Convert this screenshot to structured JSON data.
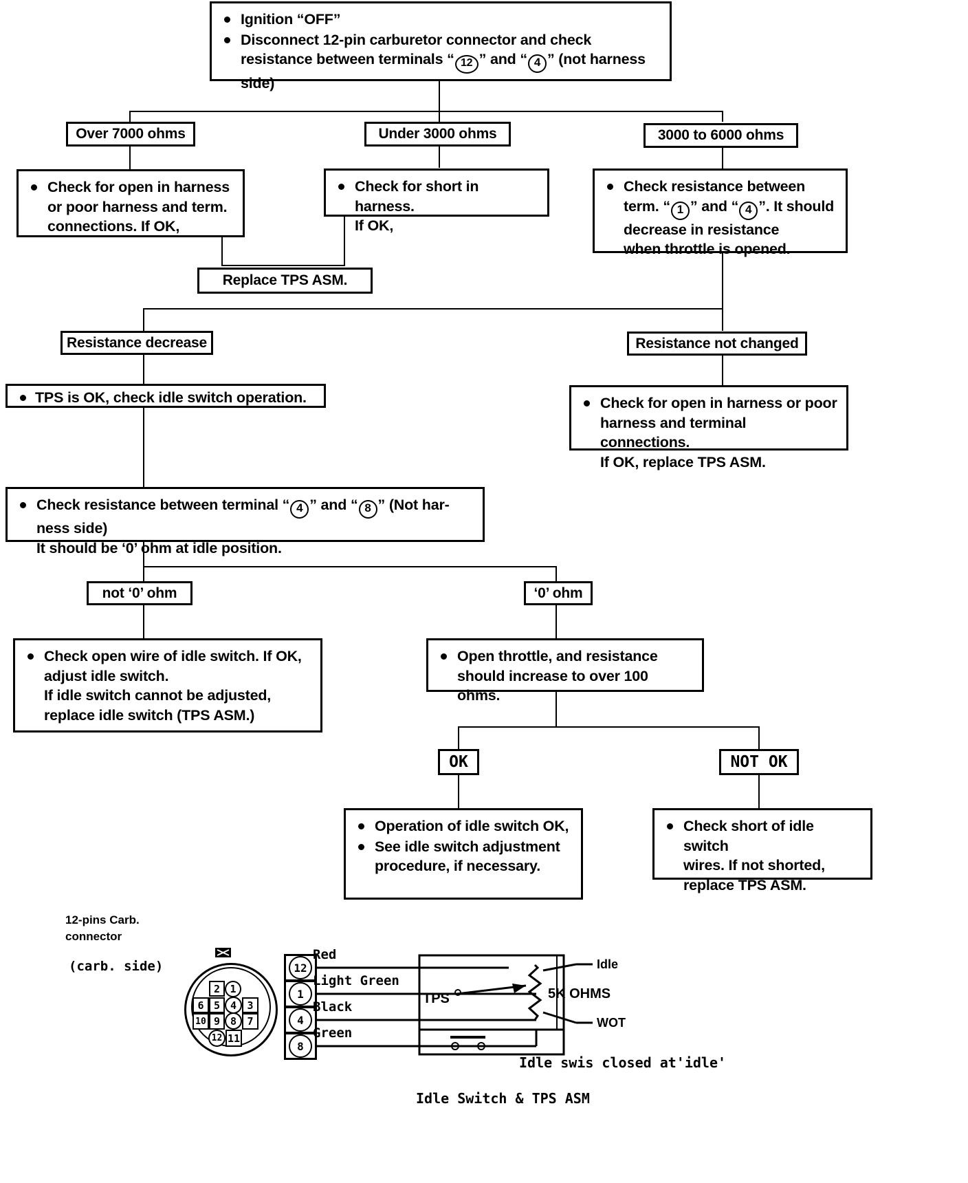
{
  "diagram": {
    "title": "TPS / Idle Switch Diagnostic Flowchart",
    "nodes": {
      "start": {
        "bullets": [
          "Ignition “OFF”",
          "Disconnect 12-pin carburetor connector and check resistance between terminals “ 12 ” and “ 4 ” (not harness side)"
        ],
        "line1": "Ignition “OFF”",
        "line2a": "Disconnect 12-pin carburetor connector and check",
        "line2b_pre": "resistance between terminals “",
        "term_12": "12",
        "line2b_mid": "” and “",
        "term_4": "4",
        "line2b_post": "” (not harness",
        "line2c": "side)"
      },
      "branch_over7000": "Over 7000 ohms",
      "branch_under3000": "Under 3000 ohms",
      "branch_3000_6000": "3000 to 6000 ohms",
      "open_harness": {
        "l1": "Check for open in harness",
        "l2": "or poor harness and term.",
        "l3": "connections. If OK,"
      },
      "short_harness": {
        "l1": "Check for short in harness.",
        "l2": "If OK,"
      },
      "check_res_1_4": {
        "l1": "Check resistance between",
        "l2_pre": "term. “",
        "term_1": "1",
        "l2_mid": "” and “",
        "term_4": "4",
        "l2_post": "”. It should",
        "l3": "decrease in resistance",
        "l4": "when throttle is opened."
      },
      "replace_tps": "Replace TPS ASM.",
      "resistance_decrease": "Resistance decrease",
      "resistance_not_changed": "Resistance not changed",
      "tps_ok": "TPS is OK, check idle switch operation.",
      "open_or_poor": {
        "l1": "Check for open in harness or poor",
        "l2": "harness and terminal connections.",
        "l3": "If OK, replace TPS ASM."
      },
      "check_res_4_8": {
        "l1_pre": "Check resistance between terminal “",
        "term_4": "4",
        "l1_mid": "” and “",
        "term_8": "8",
        "l1_post": "” (Not har-",
        "l2": "ness side)",
        "l3": "It should be ‘0’ ohm at idle position."
      },
      "not_zero_ohm": "not ‘0’ ohm",
      "zero_ohm": "‘0’ ohm",
      "check_open_wire": {
        "l1": "Check open wire of idle switch. If OK,",
        "l2": "adjust idle switch.",
        "l3": "If idle switch cannot be adjusted,",
        "l4": "replace idle switch (TPS ASM.)"
      },
      "open_throttle": {
        "l1": "Open throttle, and resistance",
        "l2": "should increase to over 100 ohms."
      },
      "ok": "OK",
      "not_ok": "NOT OK",
      "idle_switch_ok": {
        "l1": "Operation of idle switch OK,",
        "l2": "See idle switch adjustment",
        "l3": "procedure, if necessary."
      },
      "check_short_idle": {
        "l1": "Check short of idle switch",
        "l2": "wires.  If not shorted,",
        "l3": "replace TPS ASM."
      }
    }
  },
  "schematic": {
    "connector_caption_l1": "12-pins Carb.",
    "connector_caption_l2": "connector",
    "connector_side": "(carb. side)",
    "pins": [
      {
        "n": "2",
        "circled": false
      },
      {
        "n": "1",
        "circled": true
      },
      {
        "n": "6",
        "circled": false
      },
      {
        "n": "5",
        "circled": false
      },
      {
        "n": "4",
        "circled": true
      },
      {
        "n": "3",
        "circled": false
      },
      {
        "n": "10",
        "circled": false
      },
      {
        "n": "9",
        "circled": false
      },
      {
        "n": "8",
        "circled": true
      },
      {
        "n": "7",
        "circled": false
      },
      {
        "n": "12",
        "circled": true
      },
      {
        "n": "11",
        "circled": false
      }
    ],
    "pin_rows": [
      [
        "2",
        "1"
      ],
      [
        "6",
        "5",
        "4",
        "3"
      ],
      [
        "10",
        "9",
        "8",
        "7"
      ],
      [
        "12",
        "11"
      ]
    ],
    "terminals": [
      {
        "num": "12",
        "wire": "Red"
      },
      {
        "num": "1",
        "wire": "Light Green"
      },
      {
        "num": "4",
        "wire": "Black"
      },
      {
        "num": "8",
        "wire": "Green"
      }
    ],
    "tps_label": "TPS",
    "idle_label": "Idle",
    "resistance_label": "5K OHMS",
    "wot_label": "WOT",
    "note": "Idle swis closed at'idle'",
    "figure_title": "Idle Switch & TPS ASM"
  },
  "colors": {
    "ink": "#000000",
    "paper": "#ffffff"
  }
}
